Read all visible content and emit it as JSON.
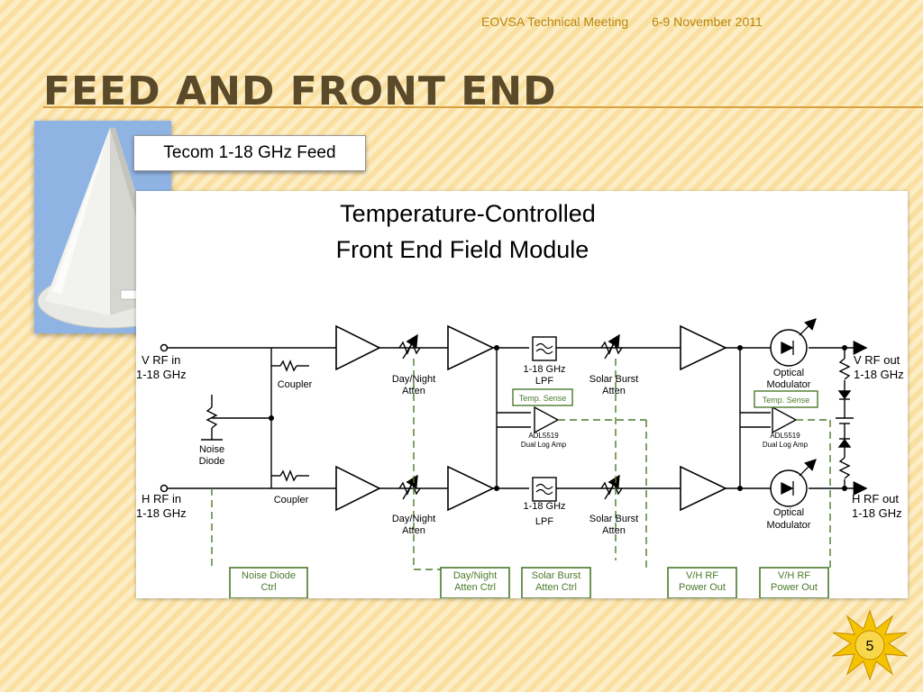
{
  "header": {
    "meeting": "EOVSA Technical Meeting",
    "date": "6-9 November 2011"
  },
  "slide": {
    "title": "FEED AND FRONT END",
    "feed_caption": "Tecom 1-18 GHz Feed",
    "page_number": "5"
  },
  "diagram": {
    "title_line1": "Temperature-Controlled",
    "title_line2": "Front End Field Module",
    "v_rf_in": "V RF in",
    "v_rf_in_band": "1-18 GHz",
    "h_rf_in": "H RF in",
    "h_rf_in_band": "1-18 GHz",
    "v_rf_out": "V RF out",
    "v_rf_out_band": "1-18 GHz",
    "h_rf_out": "H RF out",
    "h_rf_out_band": "1-18 GHz",
    "coupler_top": "Coupler",
    "coupler_bottom": "Coupler",
    "noise_diode_1": "Noise",
    "noise_diode_2": "Diode",
    "atten_top_1": "Day/Night",
    "atten_top_2": "Atten",
    "atten_bottom_1": "Day/Night",
    "atten_bottom_2": "Atten",
    "lpf_top_1": "1-18 GHz",
    "lpf_top_2": "LPF",
    "lpf_bottom_1": "1-18 GHz",
    "lpf_bottom_2": "LPF",
    "solar_top_1": "Solar Burst",
    "solar_top_2": "Atten",
    "solar_bottom_1": "Solar Burst",
    "solar_bottom_2": "Atten",
    "temp_sense_left": "Temp. Sense",
    "temp_sense_right": "Temp. Sense",
    "adl_left_1": "ADL5519",
    "adl_left_2": "Dual Log Amp",
    "adl_right_1": "ADL5519",
    "adl_right_2": "Dual Log Amp",
    "optmod_top_1": "Optical",
    "optmod_top_2": "Modulator",
    "optmod_bottom_1": "Optical",
    "optmod_bottom_2": "Modulator",
    "ctrl_noise_1": "Noise Diode",
    "ctrl_noise_2": "Ctrl",
    "ctrl_daynight_1": "Day/Night",
    "ctrl_daynight_2": "Atten Ctrl",
    "ctrl_solar_1": "Solar Burst",
    "ctrl_solar_2": "Atten Ctrl",
    "ctrl_power1_1": "V/H RF",
    "ctrl_power1_2": "Power Out",
    "ctrl_power2_1": "V/H RF",
    "ctrl_power2_2": "Power Out"
  },
  "colors": {
    "background": "#fbe3a6",
    "title": "#5a4a2a",
    "rule": "#d9a13c",
    "header_text": "#b8860b",
    "control_green": "#4a7a2a",
    "photo_sky": "#8fb4e4",
    "sun_yellow": "#f5c400"
  }
}
